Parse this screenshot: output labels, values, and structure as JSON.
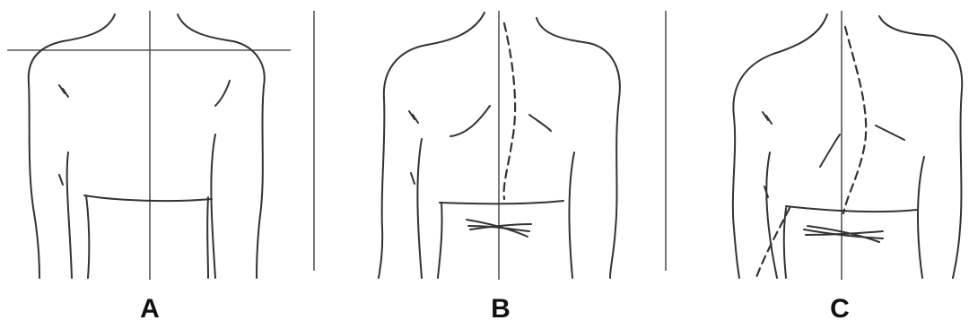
{
  "panels": [
    {
      "id": "A",
      "label": "A"
    },
    {
      "id": "B",
      "label": "B"
    },
    {
      "id": "C",
      "label": "C"
    }
  ],
  "colors": {
    "ink": "#333333",
    "background": "#ffffff"
  }
}
